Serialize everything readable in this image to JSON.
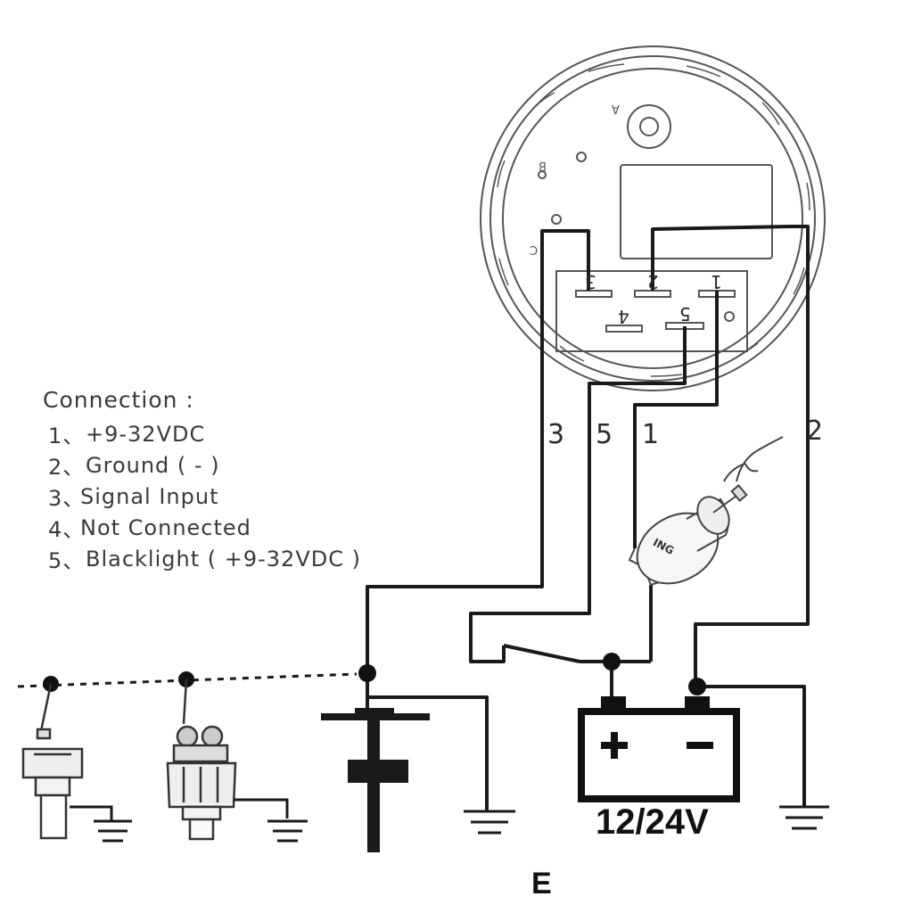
{
  "legend": {
    "title": "Connection :",
    "items": [
      {
        "num": "1、",
        "text": "+9-32VDC"
      },
      {
        "num": "2、",
        "text": "Ground ( - )"
      },
      {
        "num": "3、",
        "text": "Signal  Input"
      },
      {
        "num": "4、",
        "text": "Not Connected"
      },
      {
        "num": "5、",
        "text": "Blacklight ( +9-32VDC )"
      }
    ]
  },
  "wires": {
    "w3": "3",
    "w5": "5",
    "w1": "1",
    "w2": "2"
  },
  "pins": {
    "p1": "1",
    "p2": "2",
    "p3": "3",
    "p4": "4",
    "p5": "5"
  },
  "gauge_letters": {
    "a": "A",
    "b": "B",
    "c": "C"
  },
  "switch_label": "ING",
  "battery": {
    "plus": "+",
    "minus": "−",
    "voltage": "12/24V"
  },
  "ground_letter": "E",
  "colors": {
    "line": "#1a1a1a",
    "gauge": "#555555",
    "text": "#3a3a3a"
  }
}
